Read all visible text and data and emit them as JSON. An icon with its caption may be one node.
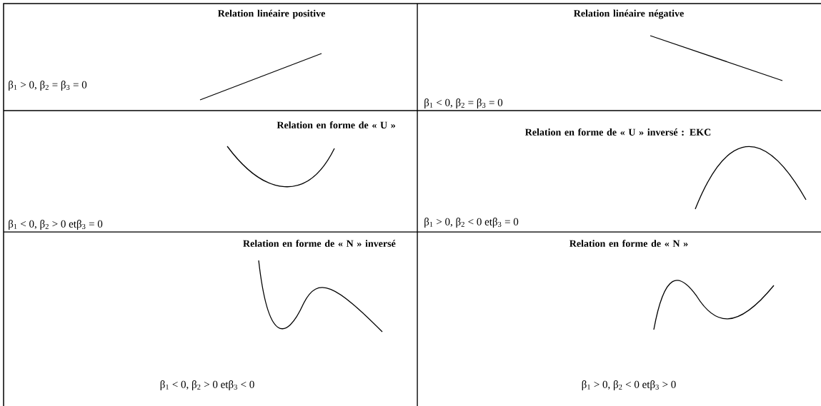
{
  "diagram": {
    "labels": [
      "Relation linéaire positive",
      "β$_{1}$ > 0, β$_{2}$ = β$_{3}$ = 0",
      "Relation linéaire négative",
      "β$_{1}$ < 0, β$_{2}$ = β$_{3}$ = 0",
      "Relation en forme de « U »",
      "β$_{1}$ < 0, β$_{2}$ > 0 etβ$_{3}$ = 0",
      "Relation en forme de « U » inversé : EKC",
      "β$_{1}$ > 0, β$_{2}$ < 0 etβ$_{3}$ = 0",
      "Relation en forme de « N » inversé",
      "β$_{1}$ < 0, β$_{2}$ > 0 etβ$_{3}$ < 0",
      "Relation en forme de « N »",
      "β$_{1}$ > 0, β$_{2}$ < 0 etβ$_{3}$ > 0"
    ]
  }
}
